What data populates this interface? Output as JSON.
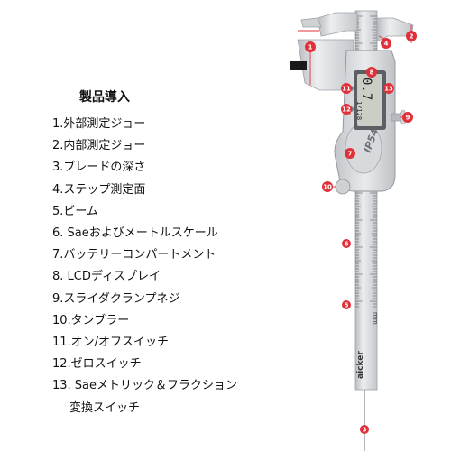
{
  "title": "製品導入",
  "parts": [
    {
      "label": "1.外部測定ジョー"
    },
    {
      "label": "2.内部測定ジョー"
    },
    {
      "label": "3.ブレードの深さ"
    },
    {
      "label": "4.ステップ測定面"
    },
    {
      "label": "5.ビーム"
    },
    {
      "label": "6. Saeおよびメートルスケール"
    },
    {
      "label": "7.バッテリーコンパートメント"
    },
    {
      "label": "8. LCDディスプレイ"
    },
    {
      "label": "9.スライダクランプネジ"
    },
    {
      "label": "10.タンブラー"
    },
    {
      "label": "11.オン/オフスイッチ"
    },
    {
      "label": "12.ゼロスイッチ"
    },
    {
      "label": "13. Saeメトリック＆フラクション",
      "cont": "変換スイッチ"
    }
  ],
  "device": {
    "lcd_reading": "0.7",
    "lcd_fraction": "1/128",
    "badge": "IP54",
    "brand": "aicker",
    "unit": "mm",
    "callouts": [
      "1",
      "2",
      "3",
      "4",
      "5",
      "6",
      "7",
      "8",
      "9",
      "10",
      "11",
      "12",
      "13"
    ]
  },
  "colors": {
    "callout": "#e0303a",
    "metal": "#d6d8db",
    "lcd": "#c9cfc6"
  }
}
